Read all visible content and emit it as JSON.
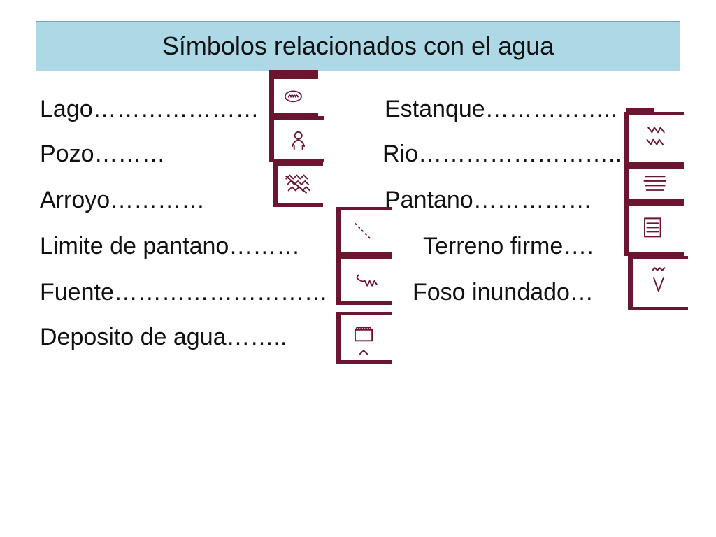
{
  "slide": {
    "title": "Símbolos relacionados con el agua"
  },
  "colors": {
    "title_bg": "#add8e6",
    "symbol_ink": "#6b1530"
  },
  "left_terms": [
    {
      "label": "Lago…………………",
      "icon": "lake-icon"
    },
    {
      "label": "Pozo………",
      "icon": "well-icon"
    },
    {
      "label": "Arroyo…………",
      "icon": "stream-icon"
    },
    {
      "label": "Limite de pantano………",
      "icon": "swamp-limit-icon"
    },
    {
      "label": "Fuente………………………",
      "icon": "spring-icon"
    },
    {
      "label": "Deposito de agua……..",
      "icon": "water-tank-icon"
    }
  ],
  "right_terms": [
    {
      "label": "Estanque……………..",
      "icon": "pond-icon"
    },
    {
      "label": "Rio……………………..",
      "icon": "river-icon"
    },
    {
      "label": "Pantano……………",
      "icon": "swamp-icon"
    },
    {
      "label": "Terreno firme….",
      "icon": "firm-ground-icon"
    },
    {
      "label": "Foso inundado…",
      "icon": "flooded-ditch-icon"
    }
  ]
}
